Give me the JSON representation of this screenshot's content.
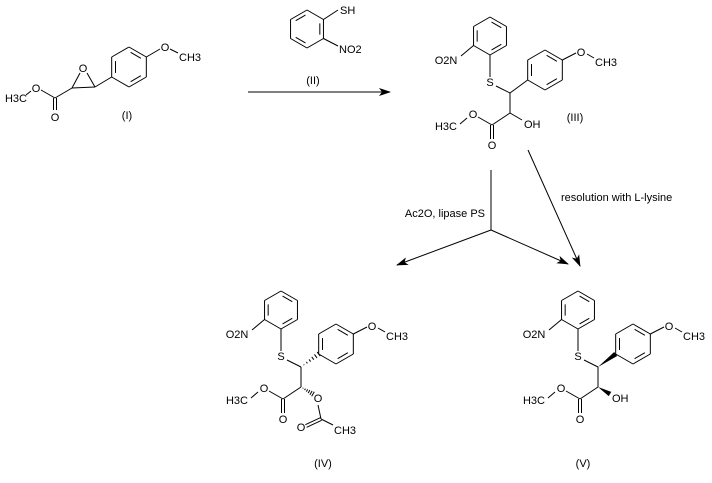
{
  "compounds": {
    "I": {
      "label": "(I)",
      "atoms": {
        "h3c": "H3C",
        "o_ester": "O",
        "o_carbonyl": "O",
        "o_epoxide": "O",
        "o_methoxy": "O",
        "ch3": "CH3"
      }
    },
    "II": {
      "label": "(II)",
      "atoms": {
        "sh": "SH",
        "no2": "NO2"
      }
    },
    "III": {
      "label": "(III)",
      "atoms": {
        "o2n": "O2N",
        "s": "S",
        "oh": "OH",
        "o_ester": "O",
        "o_carbonyl": "O",
        "h3c": "H3C",
        "o_methoxy": "O",
        "ch3": "CH3"
      }
    },
    "IV": {
      "label": "(IV)",
      "atoms": {
        "o2n": "O2N",
        "s": "S",
        "o_acetyl": "O",
        "o_acetyl_carbonyl": "O",
        "acetyl_ch3": "CH3",
        "o_ester": "O",
        "o_carbonyl": "O",
        "h3c": "H3C",
        "o_methoxy": "O",
        "ch3": "CH3"
      }
    },
    "V": {
      "label": "(V)",
      "atoms": {
        "o2n": "O2N",
        "s": "S",
        "oh": "OH",
        "o_ester": "O",
        "o_carbonyl": "O",
        "h3c": "H3C",
        "o_methoxy": "O",
        "ch3": "CH3"
      }
    }
  },
  "reactions": {
    "step1_reagent": "(II)",
    "step2_conditions": "Ac2O, lipase PS",
    "step3_conditions": "resolution with L-lysine"
  }
}
